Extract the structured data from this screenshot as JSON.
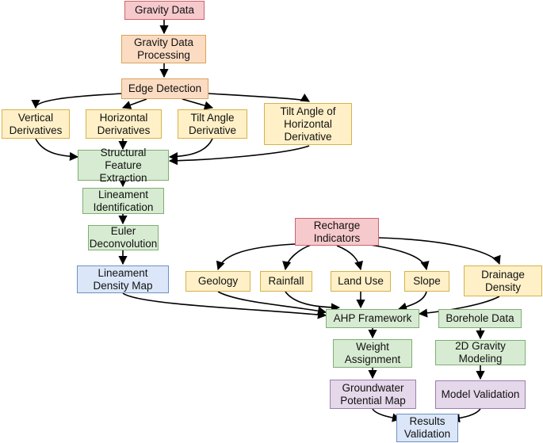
{
  "nodes": {
    "gravity_data": "Gravity Data",
    "gravity_processing": "Gravity Data Processing",
    "edge_detection": "Edge Detection",
    "vertical_derivatives": "Vertical Derivatives",
    "horizontal_derivatives": "Horizontal Derivatives",
    "tilt_angle_derivative": "Tilt Angle Derivative",
    "tilt_angle_horizontal": "Tilt Angle of Horizontal Derivative",
    "structural_feature": "Structural Feature Extraction",
    "lineament_identification": "Lineament Identification",
    "euler_deconvolution": "Euler Deconvolution",
    "lineament_density": "Lineament Density Map",
    "recharge_indicators": "Recharge Indicators",
    "geology": "Geology",
    "rainfall": "Rainfall",
    "land_use": "Land Use",
    "slope": "Slope",
    "drainage_density": "Drainage Density",
    "ahp_framework": "AHP Framework",
    "borehole_data": "Borehole Data",
    "weight_assignment": "Weight Assignment",
    "gravity_modeling": "2D Gravity Modeling",
    "groundwater_potential": "Groundwater Potential Map",
    "model_validation": "Model Validation",
    "results_validation": "Results Validation"
  },
  "colors": {
    "source": "#f6c9cc",
    "processing": "#fbdcc3",
    "derivative": "#fff0c7",
    "analysis": "#d7ebd2",
    "map": "#dbe7f8",
    "output": "#e5d8ea",
    "arrow": "#000000"
  }
}
